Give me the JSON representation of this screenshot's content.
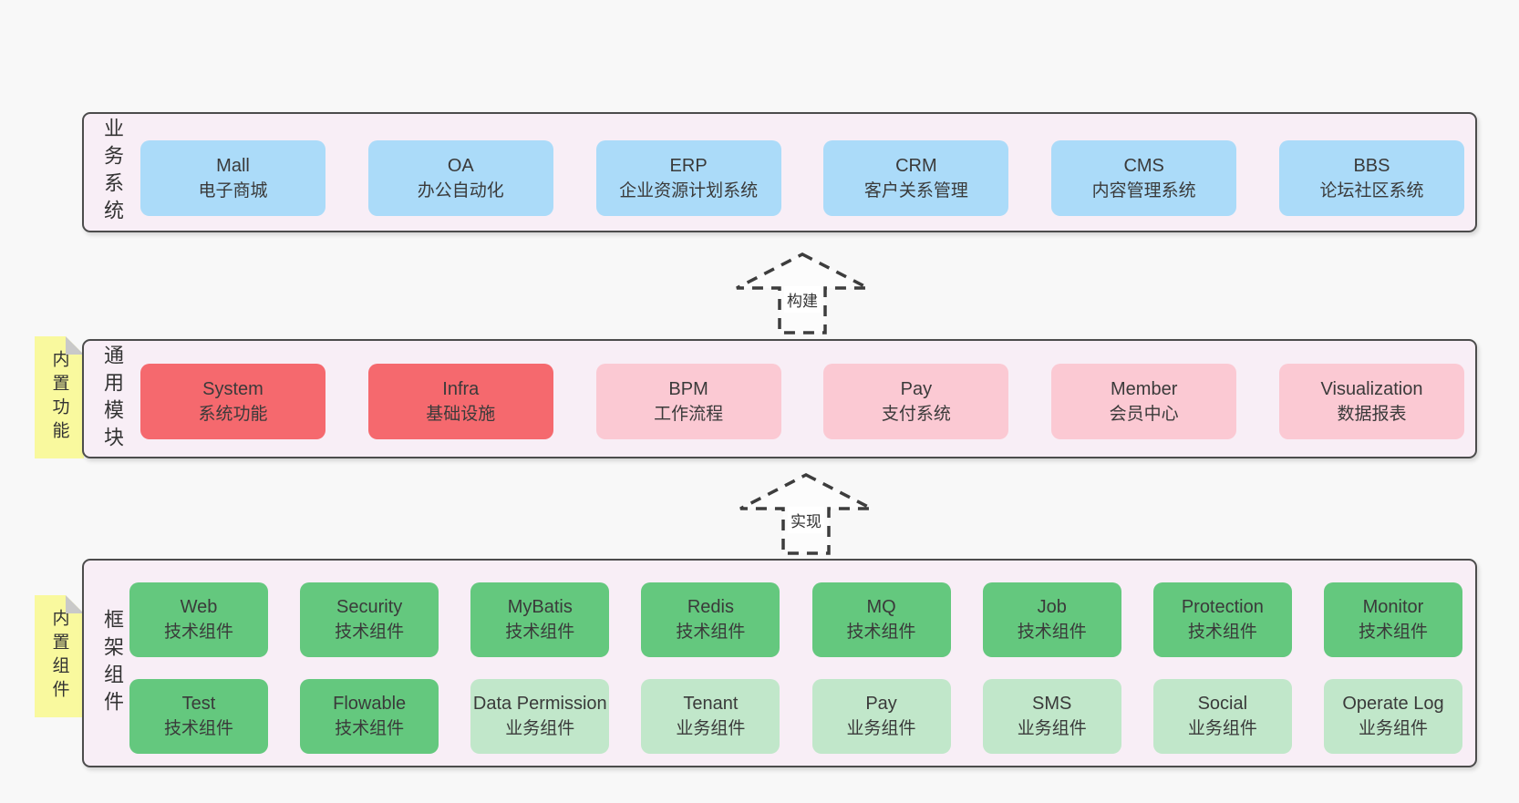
{
  "colors": {
    "page_background": "#f8f8f8",
    "section_background": "#f8eef6",
    "section_border": "#4c4c4c",
    "business_box": "#abdbf9",
    "core_module_box": "#f5696e",
    "optional_module_box": "#fbc9d3",
    "tech_component_box": "#64c87e",
    "biz_component_box": "#c1e7ca",
    "sticky_note": "#f9f99e",
    "sticky_fold": "#c9c9c9",
    "text": "#3a3a3a"
  },
  "sections": [
    {
      "id": "business",
      "label": "业务系统",
      "boxes": [
        {
          "title": "Mall",
          "subtitle": "电子商城"
        },
        {
          "title": "OA",
          "subtitle": "办公自动化"
        },
        {
          "title": "ERP",
          "subtitle": "企业资源计划系统"
        },
        {
          "title": "CRM",
          "subtitle": "客户关系管理"
        },
        {
          "title": "CMS",
          "subtitle": "内容管理系统"
        },
        {
          "title": "BBS",
          "subtitle": "论坛社区系统"
        }
      ]
    },
    {
      "id": "modules",
      "label": "通用模块",
      "note": "内置功能",
      "boxes": [
        {
          "title": "System",
          "subtitle": "系统功能",
          "variant": "red"
        },
        {
          "title": "Infra",
          "subtitle": "基础设施",
          "variant": "red"
        },
        {
          "title": "BPM",
          "subtitle": "工作流程",
          "variant": "pink"
        },
        {
          "title": "Pay",
          "subtitle": "支付系统",
          "variant": "pink"
        },
        {
          "title": "Member",
          "subtitle": "会员中心",
          "variant": "pink"
        },
        {
          "title": "Visualization",
          "subtitle": "数据报表",
          "variant": "pink"
        }
      ]
    },
    {
      "id": "framework",
      "label": "框架组件",
      "note": "内置组件",
      "rows": [
        [
          {
            "title": "Web",
            "subtitle": "技术组件",
            "variant": "green"
          },
          {
            "title": "Security",
            "subtitle": "技术组件",
            "variant": "green"
          },
          {
            "title": "MyBatis",
            "subtitle": "技术组件",
            "variant": "green"
          },
          {
            "title": "Redis",
            "subtitle": "技术组件",
            "variant": "green"
          },
          {
            "title": "MQ",
            "subtitle": "技术组件",
            "variant": "green"
          },
          {
            "title": "Job",
            "subtitle": "技术组件",
            "variant": "green"
          },
          {
            "title": "Protection",
            "subtitle": "技术组件",
            "variant": "green"
          },
          {
            "title": "Monitor",
            "subtitle": "技术组件",
            "variant": "green"
          }
        ],
        [
          {
            "title": "Test",
            "subtitle": "技术组件",
            "variant": "green"
          },
          {
            "title": "Flowable",
            "subtitle": "技术组件",
            "variant": "green"
          },
          {
            "title": "Data Permission",
            "subtitle": "业务组件",
            "variant": "lightgreen"
          },
          {
            "title": "Tenant",
            "subtitle": "业务组件",
            "variant": "lightgreen"
          },
          {
            "title": "Pay",
            "subtitle": "业务组件",
            "variant": "lightgreen"
          },
          {
            "title": "SMS",
            "subtitle": "业务组件",
            "variant": "lightgreen"
          },
          {
            "title": "Social",
            "subtitle": "业务组件",
            "variant": "lightgreen"
          },
          {
            "title": "Operate Log",
            "subtitle": "业务组件",
            "variant": "lightgreen"
          }
        ]
      ]
    }
  ],
  "arrows": [
    {
      "label": "构建"
    },
    {
      "label": "实现"
    }
  ]
}
